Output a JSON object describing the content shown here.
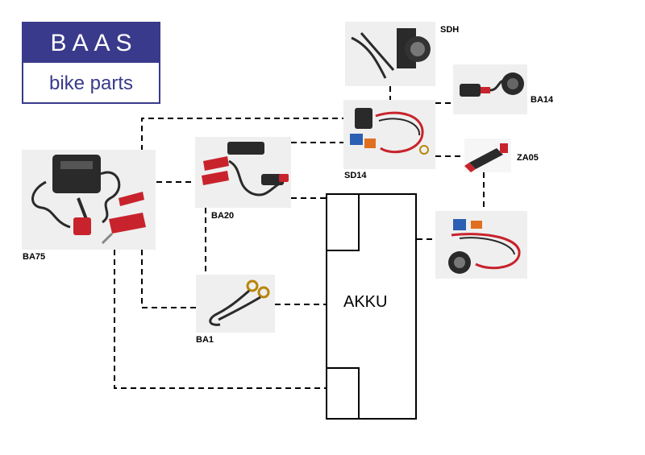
{
  "logo": {
    "brand": "BAAS",
    "tagline": "bike parts",
    "color": "#3a3a8c"
  },
  "battery": {
    "label": "AKKU"
  },
  "parts": {
    "ba75": {
      "label": "BA75",
      "icon": "charger-photo"
    },
    "ba20": {
      "label": "BA20",
      "icon": "clamp-cable-photo"
    },
    "ba1": {
      "label": "BA1",
      "icon": "ring-terminal-cable-photo"
    },
    "sdh": {
      "label": "SDH",
      "icon": "socket-bracket-photo"
    },
    "sd14": {
      "label": "SD14",
      "icon": "socket-fuse-cable-photo"
    },
    "ba14": {
      "label": "BA14",
      "icon": "socket-adapter-photo"
    },
    "za05": {
      "label": "ZA05",
      "icon": "plug-photo"
    },
    "socket_kit": {
      "icon": "socket-kit-photo"
    }
  },
  "colors": {
    "line": "#000000",
    "red": "#c8232c",
    "dark": "#2a2a2a"
  }
}
